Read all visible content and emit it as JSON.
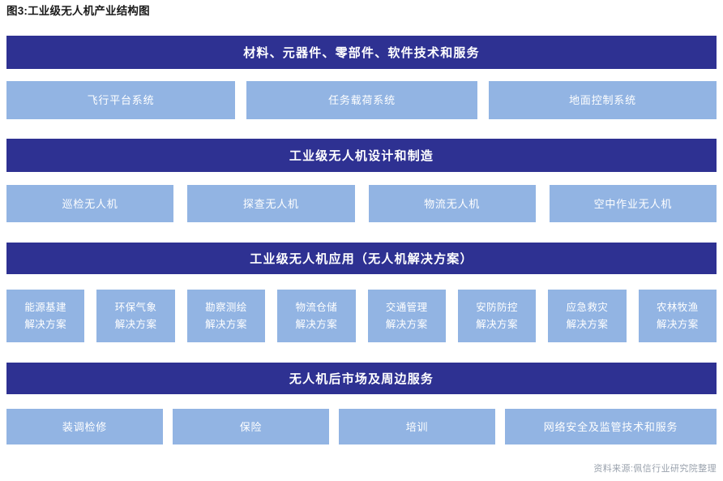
{
  "figure": {
    "title": "图3:工业级无人机产业结构图",
    "source": "资料来源:佩信行业研究院整理",
    "colors": {
      "band": "#2E3192",
      "cell": "#92B4E3",
      "band_text": "#FFFFFF",
      "cell_text": "#FFFFFF",
      "title_text": "#1A1A1A",
      "source_text": "#9AA2AD",
      "background": "#FFFFFF"
    }
  },
  "layers": [
    {
      "band": "材料、元器件、零部件、软件技术和服务",
      "cells": [
        {
          "line1": "飞行平台系统",
          "line2": ""
        },
        {
          "line1": "任务载荷系统",
          "line2": ""
        },
        {
          "line1": "地面控制系统",
          "line2": ""
        }
      ]
    },
    {
      "band": "工业级无人机设计和制造",
      "cells": [
        {
          "line1": "巡检无人机",
          "line2": ""
        },
        {
          "line1": "探查无人机",
          "line2": ""
        },
        {
          "line1": "物流无人机",
          "line2": ""
        },
        {
          "line1": "空中作业无人机",
          "line2": ""
        }
      ]
    },
    {
      "band": "工业级无人机应用（无人机解决方案）",
      "cells": [
        {
          "line1": "能源基建",
          "line2": "解决方案"
        },
        {
          "line1": "环保气象",
          "line2": "解决方案"
        },
        {
          "line1": "勘察测绘",
          "line2": "解决方案"
        },
        {
          "line1": "物流仓储",
          "line2": "解决方案"
        },
        {
          "line1": "交通管理",
          "line2": "解决方案"
        },
        {
          "line1": "安防防控",
          "line2": "解决方案"
        },
        {
          "line1": "应急救灾",
          "line2": "解决方案"
        },
        {
          "line1": "农林牧渔",
          "line2": "解决方案"
        }
      ]
    },
    {
      "band": "无人机后市场及周边服务",
      "cells": [
        {
          "line1": "装调检修",
          "line2": ""
        },
        {
          "line1": "保险",
          "line2": ""
        },
        {
          "line1": "培训",
          "line2": ""
        },
        {
          "line1": "网络安全及监管技术和服务",
          "line2": ""
        }
      ]
    }
  ]
}
